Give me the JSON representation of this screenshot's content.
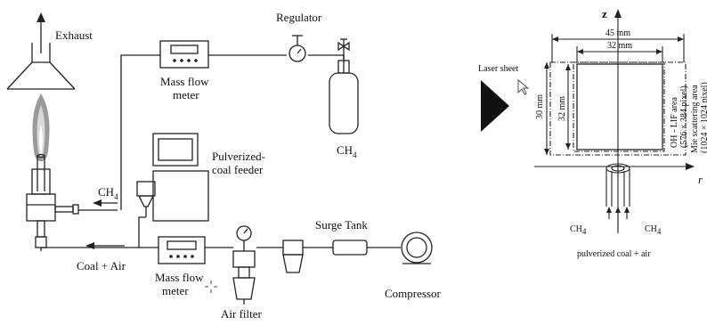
{
  "left_diagram": {
    "exhaust_label": "Exhaust",
    "regulator_label": "Regulator",
    "mfm_top_label_1": "Mass flow",
    "mfm_top_label_2": "meter",
    "ch4_cylinder_label": "CH",
    "ch4_cylinder_sub": "4",
    "feeder_label_1": "Pulverized-",
    "feeder_label_2": "coal feeder",
    "ch4_inlet_label": "CH",
    "ch4_inlet_sub": "4",
    "coal_air_label": "Coal + Air",
    "mfm_bottom_label_1": "Mass flow",
    "mfm_bottom_label_2": "meter",
    "surge_tank_label": "Surge Tank",
    "air_filter_label": "Air filter",
    "compressor_label": "Compressor"
  },
  "right_diagram": {
    "z_axis_label": "z",
    "r_axis_label": "r",
    "dim_45": "45 mm",
    "dim_32_top": "32 mm",
    "dim_30": "30 mm",
    "dim_32_side": "32 mm",
    "laser_sheet_label": "Laser sheet",
    "lif_label_1": "OH - LIF area",
    "lif_label_2": "(576 × 384 pixel)",
    "mie_label_1": "Mie scattering area",
    "mie_label_2": "(1024 × 1024 pixel)",
    "ch4_left": "CH",
    "ch4_left_sub": "4",
    "ch4_right": "CH",
    "ch4_right_sub": "4",
    "coal_air_label": "pulverized coal + air"
  }
}
